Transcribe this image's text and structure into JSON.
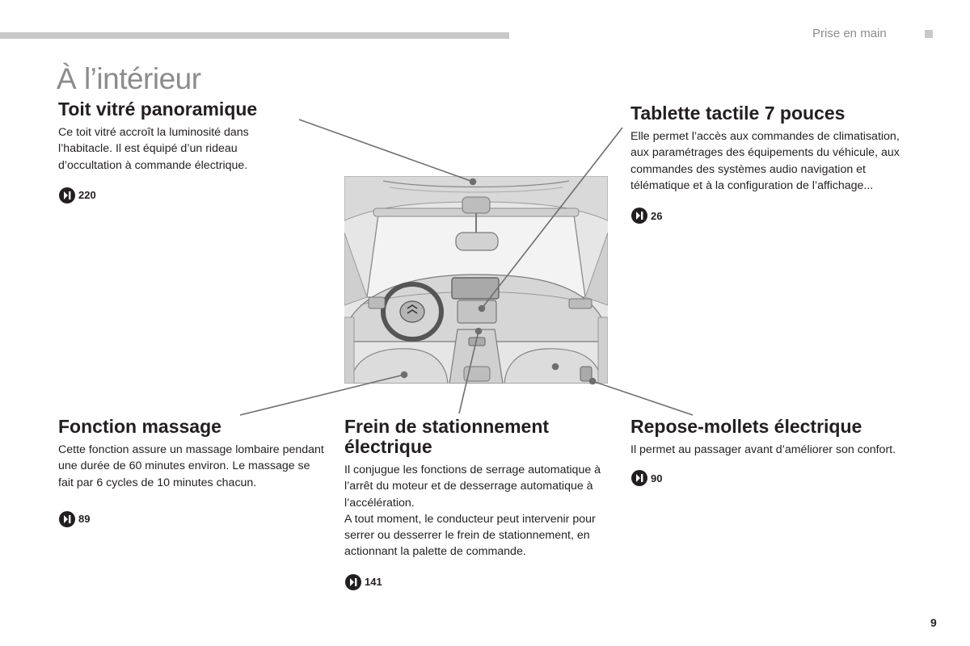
{
  "header": {
    "section": "Prise en main"
  },
  "page": {
    "title": "À l’intérieur",
    "number": "9"
  },
  "features": {
    "roof": {
      "title": "Toit vitré panoramique",
      "text": "Ce toit vitré accroît la luminosité dans l’habitacle. Il est équipé d’un rideau d’occultation à commande électrique.",
      "ref": "220"
    },
    "tablet": {
      "title": "Tablette tactile 7 pouces",
      "text": "Elle permet l’accès aux commandes de climatisation, aux paramétrages des équipements du véhicule, aux commandes des systèmes audio navigation et télématique et à la configuration de l’affichage...",
      "ref": "26"
    },
    "massage": {
      "title": "Fonction massage",
      "text": "Cette fonction assure un massage lombaire pendant une durée de 60 minutes environ. Le massage se fait par 6 cycles de 10 minutes chacun.",
      "ref": "89"
    },
    "brake": {
      "title": "Frein de stationnement électrique",
      "text1": "Il conjugue les fonctions de serrage automatique à l’arrêt du moteur et de desserrage automatique à l’accélération.",
      "text2": "A tout moment, le conducteur peut intervenir pour serrer ou desserrer le frein de stationnement, en actionnant la palette de commande.",
      "ref": "141"
    },
    "rest": {
      "title": "Repose-mollets électrique",
      "text": "Il permet au passager avant d’améliorer son confort.",
      "ref": "90"
    }
  },
  "icons": {
    "reference": "page-reference-arrow-icon"
  },
  "colors": {
    "rule": "#c8c8c8",
    "muted": "#8c8c8c",
    "text": "#231f20"
  }
}
